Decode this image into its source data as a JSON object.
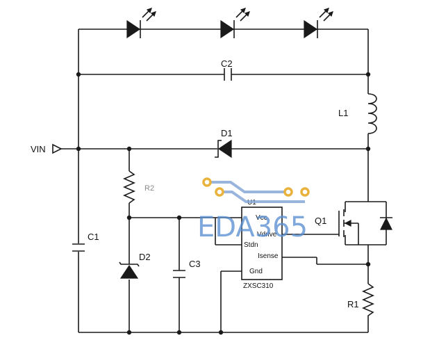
{
  "labels": {
    "vin": "VIN",
    "c2": "C2",
    "l1": "L1",
    "d1": "D1",
    "r2": "R2",
    "c1": "C1",
    "d2": "D2",
    "c3": "C3",
    "q1": "Q1",
    "r1": "R1",
    "ic_part": "ZXSC310",
    "ic_ref": "U1",
    "pin_vcc": "Vcc",
    "pin_vdrive": "Vdrive",
    "pin_stdn": "Stdn",
    "pin_isense": "Isense",
    "pin_gnd": "Gnd"
  },
  "watermark": {
    "text": "EDA365"
  },
  "colors": {
    "ink": "#1a1a1a",
    "watermark_blue": "#5b8fd1",
    "watermark_gold": "#e8b23c"
  }
}
